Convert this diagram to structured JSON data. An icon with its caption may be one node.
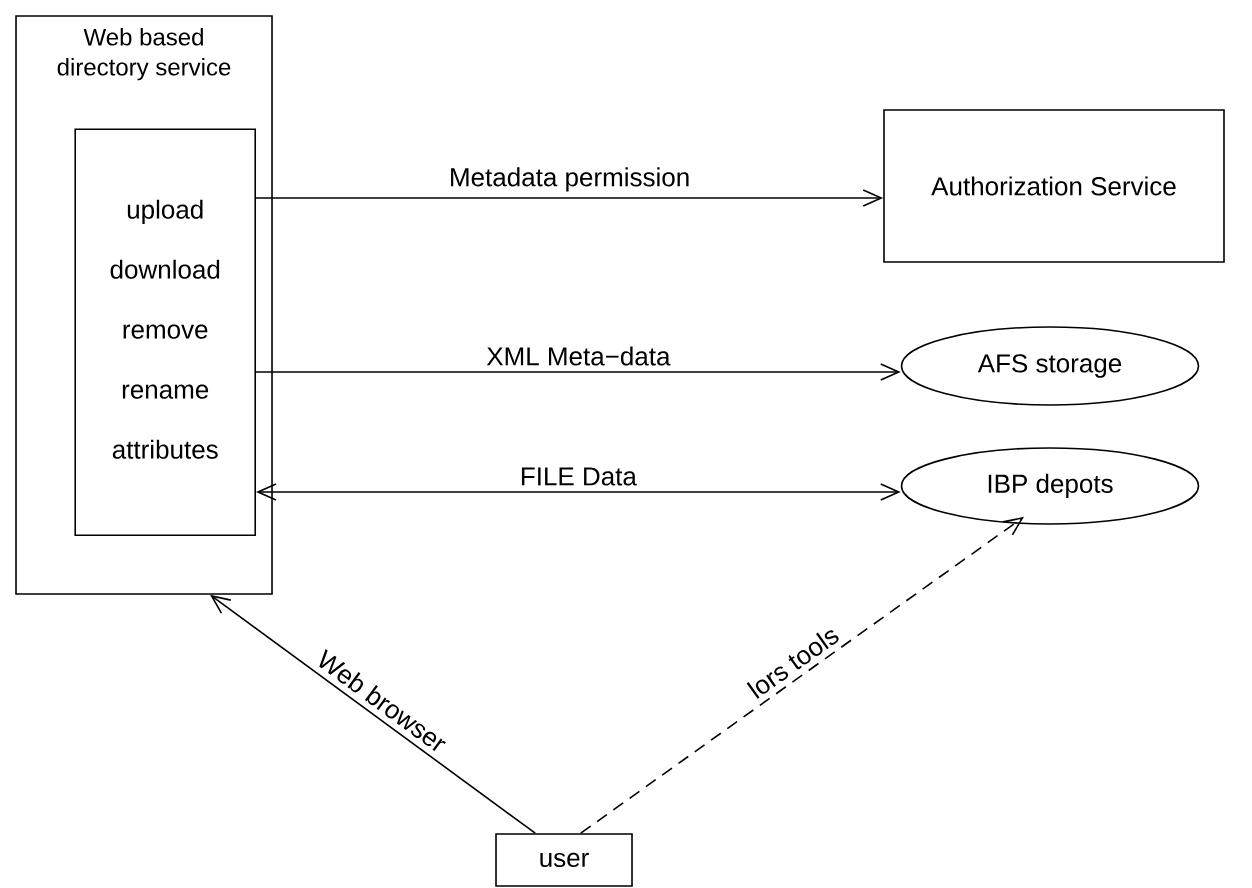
{
  "diagram": {
    "nodes": [
      {
        "text": [
          "Web based directory service"
        ]
      },
      {
        "text": [
          "upload",
          "download",
          "remove",
          "rename",
          "attributes"
        ],
        "in": 0
      },
      {
        "text": [
          "Authorization Service"
        ]
      },
      {
        "text": [
          "AFS storage"
        ]
      },
      {
        "text": [
          "IBP depots"
        ]
      },
      {
        "text": [
          "user"
        ]
      }
    ],
    "edges": [
      {
        "from": 1,
        "to": 2,
        "arrow": "to",
        "label": "Metadata permission"
      },
      {
        "from": 1,
        "to": 3,
        "arrow": "to",
        "label": "XML Meta−data"
      },
      {
        "from": 1,
        "to": 4,
        "arrow": "both",
        "label": "FILE Data"
      },
      {
        "from": 5,
        "to": 0,
        "arrow": "to",
        "label": "Web browser"
      },
      {
        "from": 5,
        "to": 4,
        "arrow": "to",
        "label": "lors tools",
        "style": "dashed"
      }
    ]
  }
}
